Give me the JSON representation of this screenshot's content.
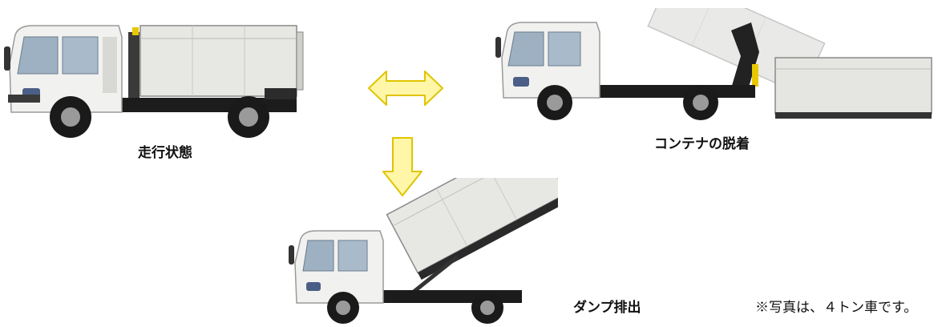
{
  "captions": {
    "driving": "走行状態",
    "container_detach": "コンテナの脱着",
    "dump": "ダンプ排出"
  },
  "note": "※写真は、４トン車です。",
  "colors": {
    "arrow_fill": "#FFF6A8",
    "arrow_stroke": "#E0C400",
    "cab": "#F1F1EF",
    "body": "#E7E7E4",
    "chassis": "#1C1C1C"
  },
  "icons": {
    "double_arrow": "left-right-arrow-icon",
    "down_arrow": "down-arrow-icon"
  }
}
